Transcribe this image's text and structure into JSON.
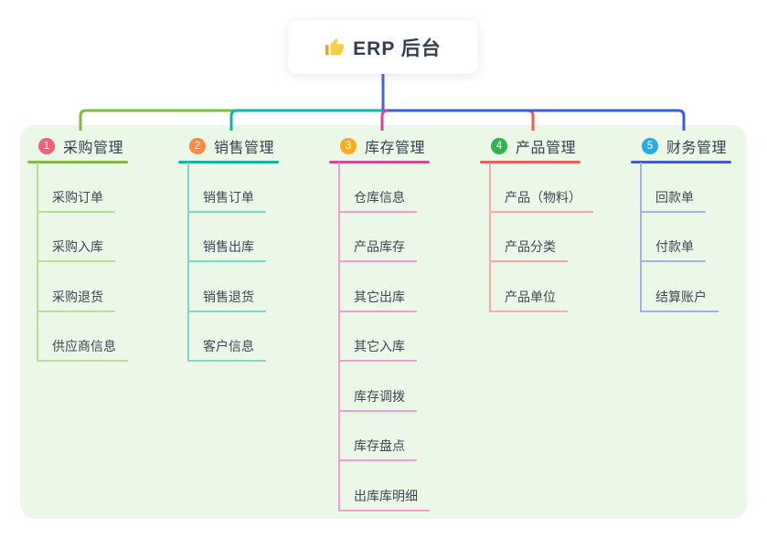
{
  "root": {
    "label": "ERP 后台",
    "icon": "thumbs-up",
    "line_color": "#4a63d5"
  },
  "panel": {
    "background": "#ebf7e7"
  },
  "branches": [
    {
      "index": "1",
      "label": "采购管理",
      "badge_color": "#f4607a",
      "line_color": "#7eba42",
      "child_line_color": "#b9dc99",
      "children": [
        "采购订单",
        "采购入库",
        "采购退货",
        "供应商信息"
      ]
    },
    {
      "index": "2",
      "label": "销售管理",
      "badge_color": "#fa8a43",
      "line_color": "#14b3a7",
      "child_line_color": "#82d5cc",
      "children": [
        "销售订单",
        "销售出库",
        "销售退货",
        "客户信息"
      ]
    },
    {
      "index": "3",
      "label": "库存管理",
      "badge_color": "#fbab1c",
      "line_color": "#d3469e",
      "child_line_color": "#efa0d0",
      "children": [
        "仓库信息",
        "产品库存",
        "其它出库",
        "其它入库",
        "库存调拨",
        "库存盘点",
        "出库库明细"
      ]
    },
    {
      "index": "4",
      "label": "产品管理",
      "badge_color": "#2eb350",
      "line_color": "#f25a52",
      "child_line_color": "#f8aaa4",
      "children": [
        "产品（物料）",
        "产品分类",
        "产品单位"
      ]
    },
    {
      "index": "5",
      "label": "财务管理",
      "badge_color": "#29aae1",
      "line_color": "#3d5cd7",
      "child_line_color": "#9fb2e9",
      "children": [
        "回款单",
        "付款单",
        "结算账户"
      ]
    }
  ]
}
